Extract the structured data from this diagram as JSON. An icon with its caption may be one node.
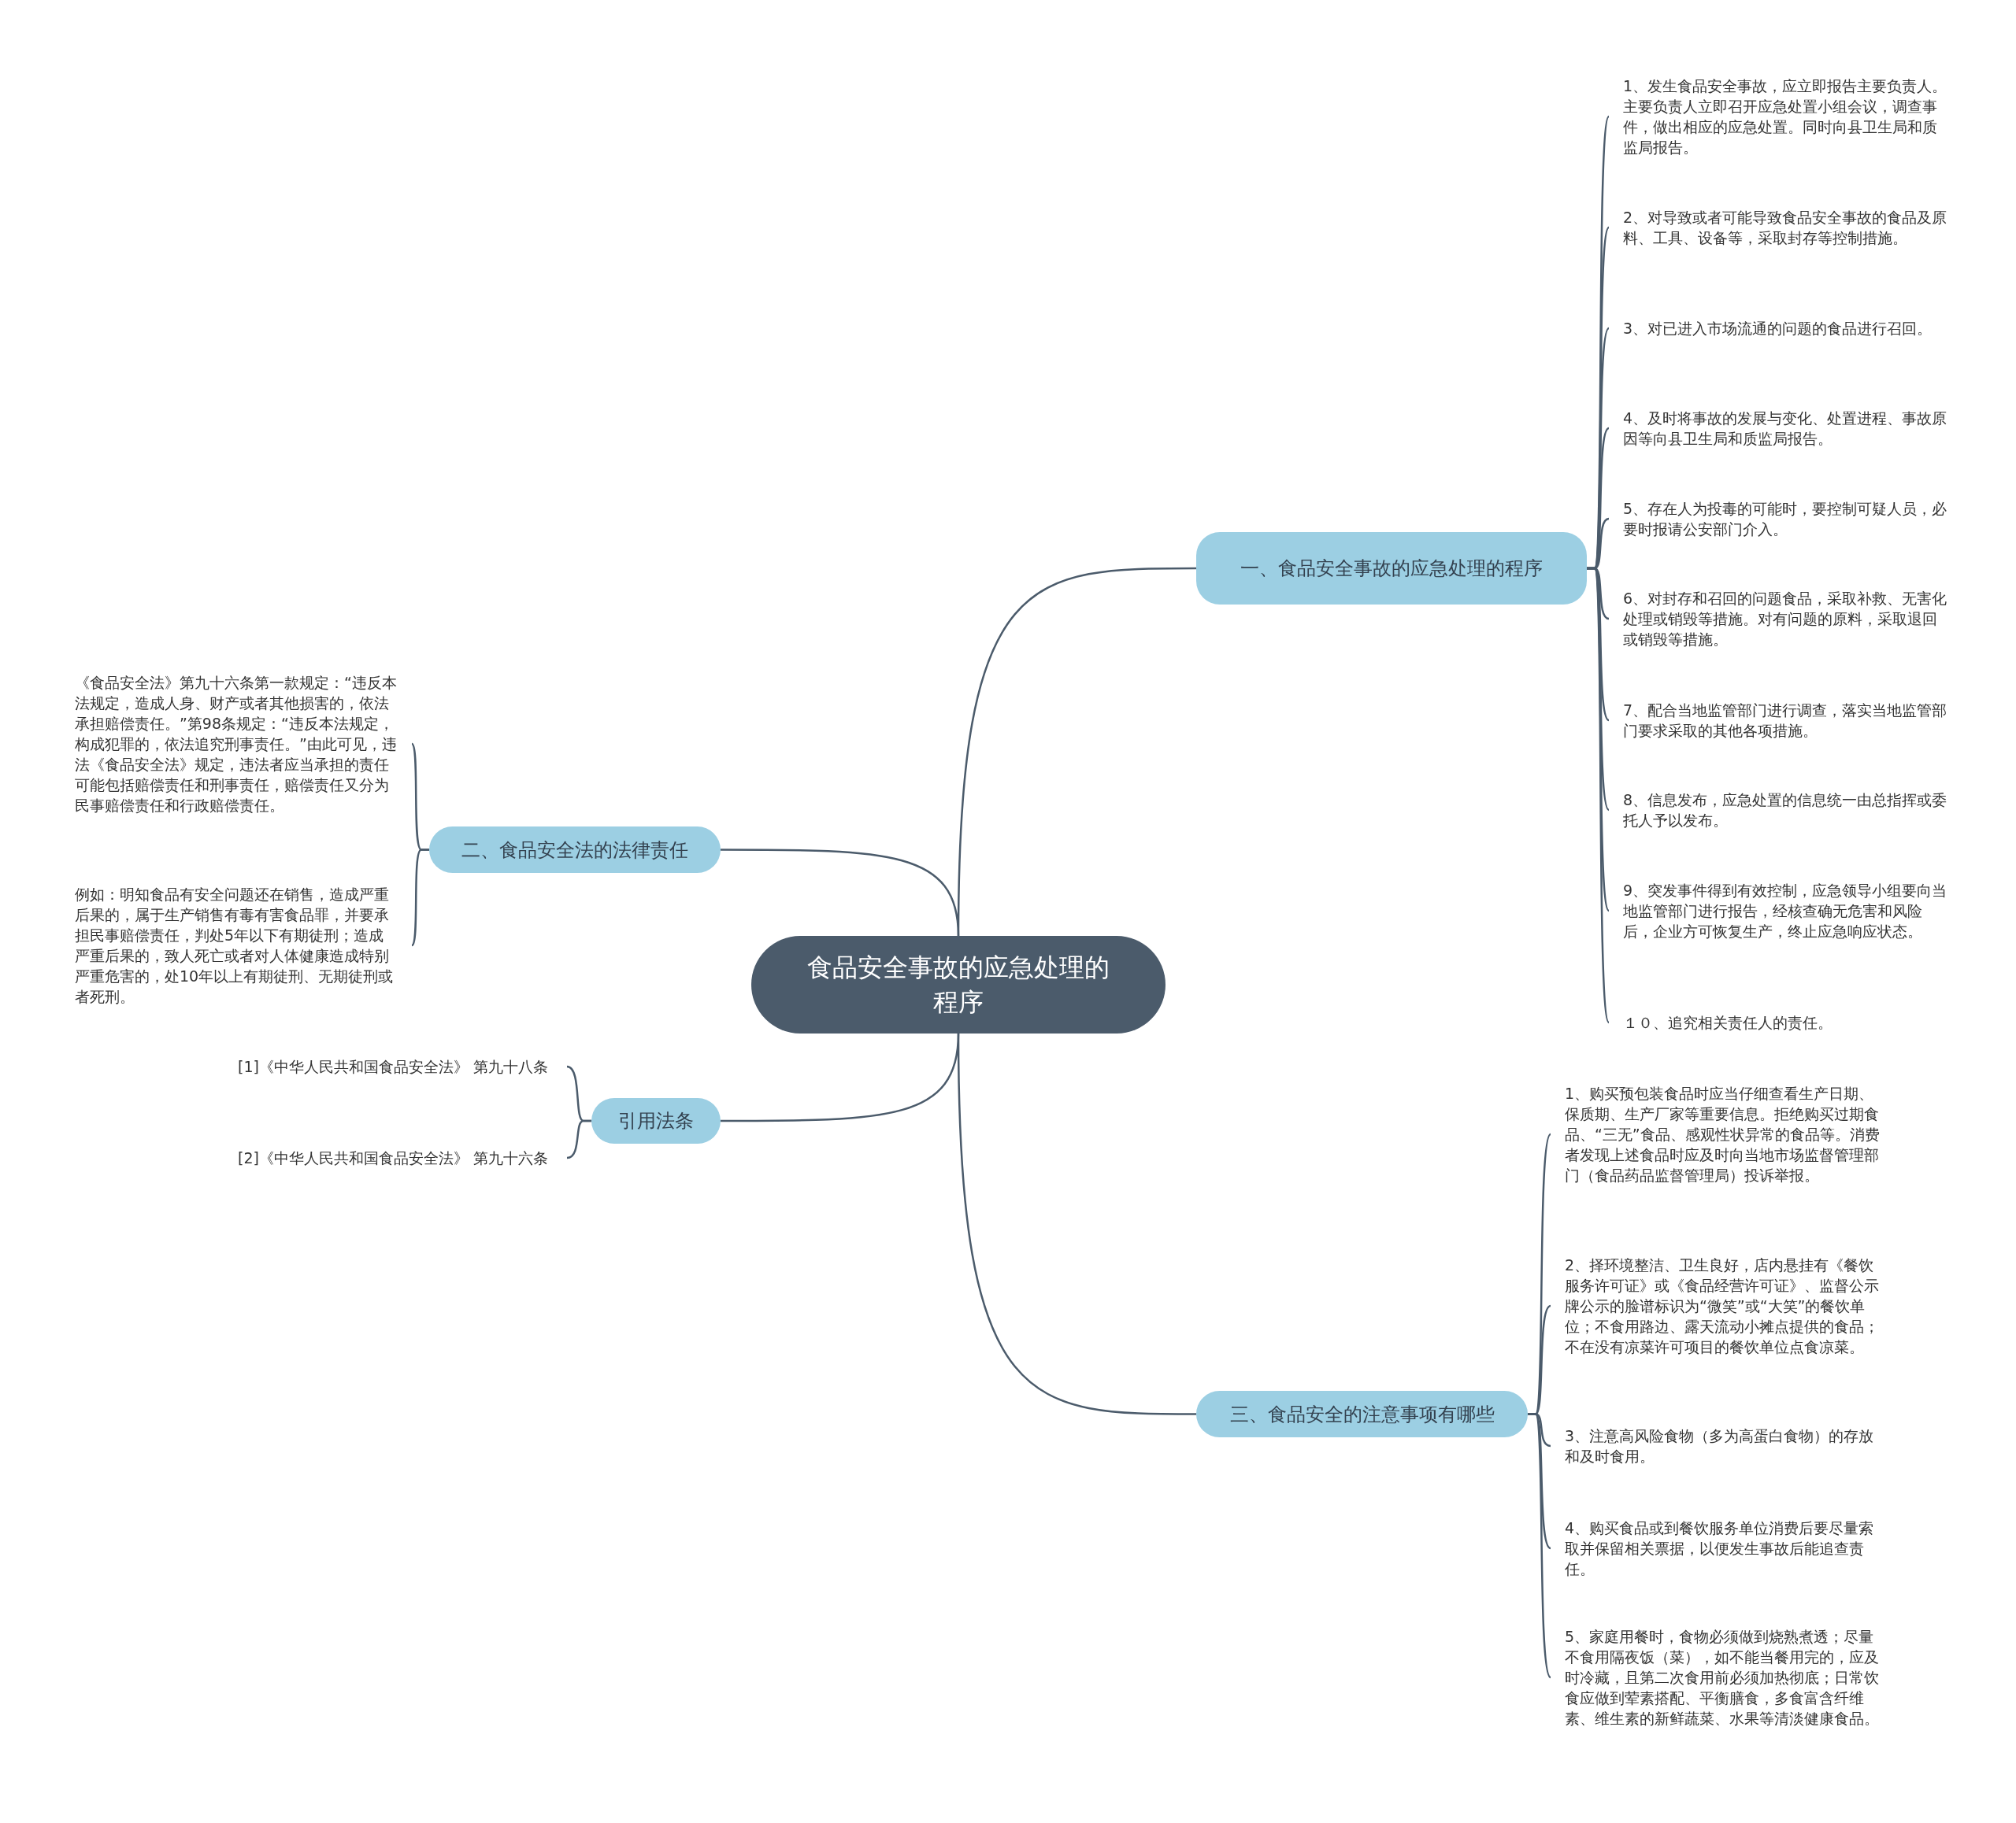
{
  "diagram": {
    "nodes": [
      {
        "text": [
          "食品安全事故的应急处理的程序"
        ]
      },
      {
        "text": [
          "一、食品安全事故的应急处理的程序"
        ]
      },
      {
        "text": [
          "1、发生食品安全事故，应立即报告主要负责人。主要负责人立即召开应急处置小组会议，调查事件，做出相应的应急处置。同时向县卫生局和质监局报告。"
        ]
      },
      {
        "text": [
          "2、对导致或者可能导致食品安全事故的食品及原料、工具、设备等，采取封存等控制措施。"
        ]
      },
      {
        "text": [
          "3、对已进入市场流通的问题的食品进行召回。"
        ]
      },
      {
        "text": [
          "4、及时将事故的发展与变化、处置进程、事故原因等向县卫生局和质监局报告。"
        ]
      },
      {
        "text": [
          "5、存在人为投毒的可能时，要控制可疑人员，必要时报请公安部门介入。"
        ]
      },
      {
        "text": [
          "6、对封存和召回的问题食品，采取补救、无害化处理或销毁等措施。对有问题的原料，采取退回或销毁等措施。"
        ]
      },
      {
        "text": [
          "7、配合当地监管部门进行调查，落实当地监管部门要求采取的其他各项措施。"
        ]
      },
      {
        "text": [
          "8、信息发布，应急处置的信息统一由总指挥或委托人予以发布。"
        ]
      },
      {
        "text": [
          "9、突发事件得到有效控制，应急领导小组要向当地监管部门进行报告，经核查确无危害和风险后，企业方可恢复生产，终止应急响应状态。"
        ]
      },
      {
        "text": [
          "１０、追究相关责任人的责任。"
        ]
      },
      {
        "text": [
          "二、食品安全法的法律责任"
        ]
      },
      {
        "text": [
          "《食品安全法》第九十六条第一款规定：“违反本法规定，造成人身、财产或者其他损害的，依法承担赔偿责任。”第98条规定：“违反本法规定，构成犯罪的，依法追究刑事责任。”由此可见，违法《食品安全法》规定，违法者应当承担的责任可能包括赔偿责任和刑事责任，赔偿责任又分为民事赔偿责任和行政赔偿责任。"
        ]
      },
      {
        "text": [
          "例如：明知食品有安全问题还在销售，造成严重后果的，属于生产销售有毒有害食品罪，并要承担民事赔偿责任，判处5年以下有期徒刑；造成严重后果的，致人死亡或者对人体健康造成特别严重危害的，处10年以上有期徒刑、无期徒刑或者死刑。"
        ]
      },
      {
        "text": [
          "引用法条"
        ]
      },
      {
        "text": [
          "[1]《中华人民共和国食品安全法》 第九十八条"
        ]
      },
      {
        "text": [
          "[2]《中华人民共和国食品安全法》 第九十六条"
        ]
      },
      {
        "text": [
          "三、食品安全的注意事项有哪些"
        ]
      },
      {
        "text": [
          "1、购买预包装食品时应当仔细查看生产日期、保质期、生产厂家等重要信息。拒绝购买过期食品、“三无”食品、感观性状异常的食品等。消费者发现上述食品时应及时向当地市场监督管理部门（食品药品监督管理局）投诉举报。"
        ]
      },
      {
        "text": [
          "2、择环境整洁、卫生良好，店内悬挂有《餐饮服务许可证》或《食品经营许可证》、监督公示牌公示的脸谱标识为“微笑”或“大笑”的餐饮单位；不食用路边、露天流动小摊点提供的食品；不在没有凉菜许可项目的餐饮单位点食凉菜。"
        ]
      },
      {
        "text": [
          "3、注意高风险食物（多为高蛋白食物）的存放和及时食用。"
        ]
      },
      {
        "text": [
          "4、购买食品或到餐饮服务单位消费后要尽量索取并保留相关票据，以便发生事故后能追查责任。"
        ]
      },
      {
        "text": [
          "5、家庭用餐时，食物必须做到烧熟煮透；尽量不食用隔夜饭（菜），如不能当餐用完的，应及时冷藏，且第二次食用前必须加热彻底；日常饮食应做到荤素搭配、平衡膳食，多食富含纤维素、维生素的新鲜蔬菜、水果等清淡健康食品。"
        ]
      }
    ],
    "edges": [
      {
        "from": 0,
        "to": 1,
        "arrow": "none"
      },
      {
        "from": 1,
        "to": 2,
        "arrow": "none"
      },
      {
        "from": 1,
        "to": 3,
        "arrow": "none"
      },
      {
        "from": 1,
        "to": 4,
        "arrow": "none"
      },
      {
        "from": 1,
        "to": 5,
        "arrow": "none"
      },
      {
        "from": 1,
        "to": 6,
        "arrow": "none"
      },
      {
        "from": 1,
        "to": 7,
        "arrow": "none"
      },
      {
        "from": 1,
        "to": 8,
        "arrow": "none"
      },
      {
        "from": 1,
        "to": 9,
        "arrow": "none"
      },
      {
        "from": 1,
        "to": 10,
        "arrow": "none"
      },
      {
        "from": 1,
        "to": 11,
        "arrow": "none"
      },
      {
        "from": 0,
        "to": 12,
        "arrow": "none"
      },
      {
        "from": 12,
        "to": 13,
        "arrow": "none"
      },
      {
        "from": 12,
        "to": 14,
        "arrow": "none"
      },
      {
        "from": 0,
        "to": 15,
        "arrow": "none"
      },
      {
        "from": 15,
        "to": 16,
        "arrow": "none"
      },
      {
        "from": 15,
        "to": 17,
        "arrow": "none"
      },
      {
        "from": 0,
        "to": 18,
        "arrow": "none"
      },
      {
        "from": 18,
        "to": 19,
        "arrow": "none"
      },
      {
        "from": 18,
        "to": 20,
        "arrow": "none"
      },
      {
        "from": 18,
        "to": 21,
        "arrow": "none"
      },
      {
        "from": 18,
        "to": 22,
        "arrow": "none"
      },
      {
        "from": 18,
        "to": 23,
        "arrow": "none"
      }
    ]
  }
}
